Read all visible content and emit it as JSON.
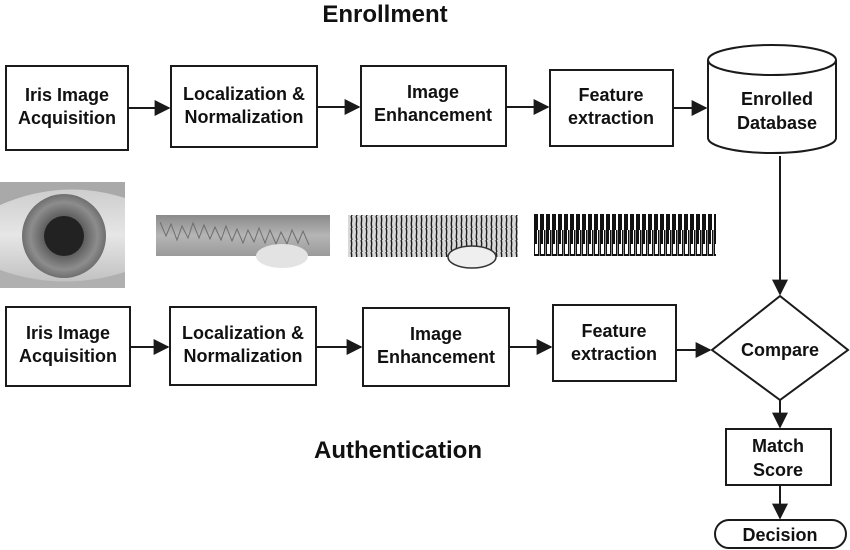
{
  "titles": {
    "top": "Enrollment",
    "bottom": "Authentication"
  },
  "enrollment": {
    "step1": [
      "Iris Image",
      "Acquisition"
    ],
    "step2": [
      "Localization &",
      "Normalization"
    ],
    "step3": [
      "Image",
      "Enhancement"
    ],
    "step4": [
      "Feature",
      "extraction"
    ],
    "database": [
      "Enrolled",
      "Database"
    ]
  },
  "authentication": {
    "step1": [
      "Iris Image",
      "Acquisition"
    ],
    "step2": [
      "Localization &",
      "Normalization"
    ],
    "step3": [
      "Image",
      "Enhancement"
    ],
    "step4": [
      "Feature",
      "extraction"
    ],
    "compare": "Compare",
    "score": [
      "Match",
      "Score"
    ],
    "decision": "Decision"
  },
  "colors": {
    "stroke": "#1a1a1a",
    "text": "#111111",
    "background": "#ffffff"
  },
  "images": {
    "eye": "eye-image",
    "normalized": "normalized-iris-strip",
    "enhanced": "enhanced-iris-strip",
    "features": "binary-feature-strip"
  }
}
